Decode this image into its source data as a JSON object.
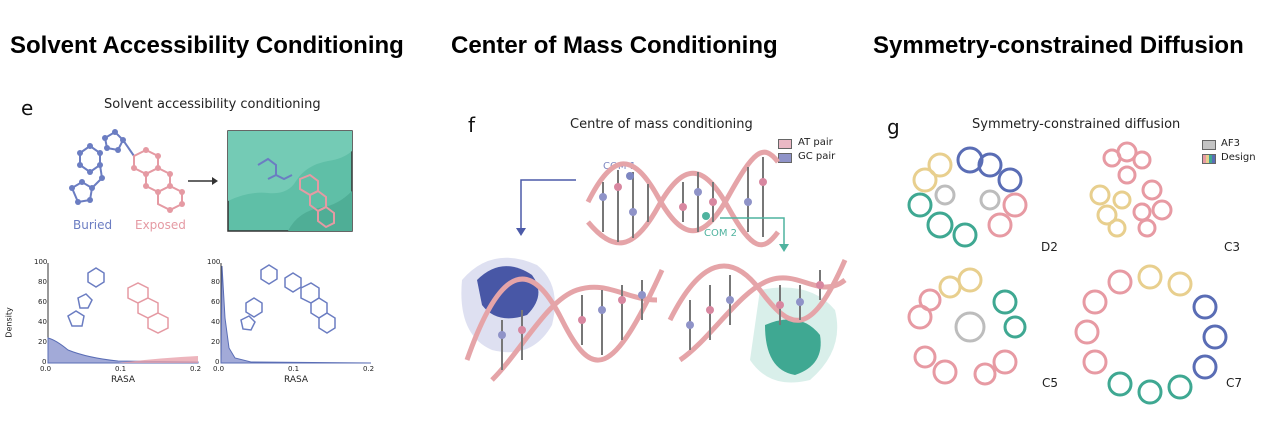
{
  "headings": {
    "solvent": "Solvent Accessibility Conditioning",
    "com": "Center of Mass Conditioning",
    "symmetry": "Symmetry-constrained Diffusion"
  },
  "panel_e": {
    "label": "e",
    "title": "Solvent accessibility conditioning",
    "buried_label": "Buried",
    "exposed_label": "Exposed",
    "charts": [
      {
        "ylabel": "Density",
        "xlabel": "RASA",
        "xticks": [
          "0.0",
          "0.1",
          "0.2"
        ],
        "yticks": [
          "0",
          "20",
          "40",
          "60",
          "80",
          "100"
        ]
      },
      {
        "xlabel": "RASA",
        "xticks": [
          "0.0",
          "0.1",
          "0.2"
        ],
        "yticks": [
          "0",
          "20",
          "40",
          "60",
          "80",
          "100"
        ]
      }
    ]
  },
  "panel_f": {
    "label": "f",
    "title": "Centre of mass conditioning",
    "legend": [
      {
        "label": "AT pair",
        "color": "#eab8c4"
      },
      {
        "label": "GC pair",
        "color": "#8f93c8"
      }
    ],
    "com1": "COM 1",
    "com2": "COM 2"
  },
  "panel_g": {
    "label": "g",
    "title": "Symmetry-constrained diffusion",
    "legend": [
      {
        "label": "AF3"
      },
      {
        "label": "Design"
      }
    ],
    "symmetries": [
      "D2",
      "C3",
      "C5",
      "C7"
    ]
  },
  "colors": {
    "blue": "#5a6db5",
    "pink": "#e79aa3",
    "teal": "#3fa892",
    "yellow": "#e8cf8e",
    "grey": "#bdbdbd"
  }
}
